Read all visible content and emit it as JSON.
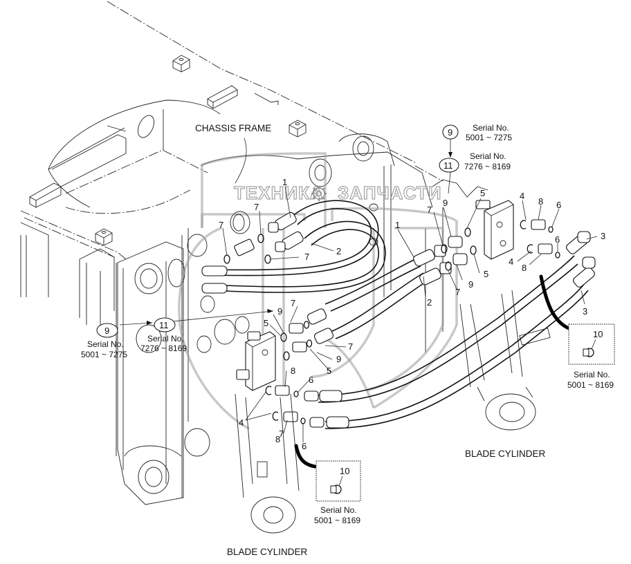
{
  "diagram": {
    "type": "exploded-parts-diagram",
    "subject": "Blade cylinder hydraulic hose piping"
  },
  "labels": {
    "chassis_frame": "CHASSIS FRAME",
    "blade_cylinder_right": "BLADE CYLINDER",
    "blade_cylinder_bottom": "BLADE CYLINDER"
  },
  "watermark": {
    "left": "ТЕХНИКА",
    "right": "ЗАПЧАСТИ"
  },
  "serial_notes": {
    "top_right": {
      "part_a": "9",
      "serial_a_title": "Serial No.",
      "serial_a_range": "5001 ~ 7275",
      "part_b": "11",
      "serial_b_title": "Serial No.",
      "serial_b_range": "7276 ~ 8169"
    },
    "left": {
      "part_a": "9",
      "serial_a_title": "Serial No.",
      "serial_a_range": "5001 ~ 7275",
      "part_b": "11",
      "serial_b_title": "Serial No.",
      "serial_b_range": "7276 ~ 8169"
    }
  },
  "detail_boxes": {
    "right": {
      "part": "10",
      "serial_title": "Serial No.",
      "serial_range": "5001 ~ 8169"
    },
    "bottom": {
      "part": "10",
      "serial_title": "Serial No.",
      "serial_range": "5001 ~ 8169"
    }
  },
  "callouts": [
    {
      "id": "c1a",
      "text": "1"
    },
    {
      "id": "c1b",
      "text": "1"
    },
    {
      "id": "c2a",
      "text": "2"
    },
    {
      "id": "c2b",
      "text": "2"
    },
    {
      "id": "c3a",
      "text": "3"
    },
    {
      "id": "c3b",
      "text": "3"
    },
    {
      "id": "c4a",
      "text": "4"
    },
    {
      "id": "c4b",
      "text": "4"
    },
    {
      "id": "c4c",
      "text": "4"
    },
    {
      "id": "c5a",
      "text": "5"
    },
    {
      "id": "c5b",
      "text": "5"
    },
    {
      "id": "c5c",
      "text": "5"
    },
    {
      "id": "c5d",
      "text": "5"
    },
    {
      "id": "c6a",
      "text": "6"
    },
    {
      "id": "c6b",
      "text": "6"
    },
    {
      "id": "c6c",
      "text": "6"
    },
    {
      "id": "c6d",
      "text": "6"
    },
    {
      "id": "c7a",
      "text": "7"
    },
    {
      "id": "c7b",
      "text": "7"
    },
    {
      "id": "c7c",
      "text": "7"
    },
    {
      "id": "c7d",
      "text": "7"
    },
    {
      "id": "c7e",
      "text": "7"
    },
    {
      "id": "c7f",
      "text": "7"
    },
    {
      "id": "c7g",
      "text": "7"
    },
    {
      "id": "c7h",
      "text": "7"
    },
    {
      "id": "c8a",
      "text": "8"
    },
    {
      "id": "c8b",
      "text": "8"
    },
    {
      "id": "c8c",
      "text": "8"
    },
    {
      "id": "c8d",
      "text": "8"
    },
    {
      "id": "c9a",
      "text": "9"
    },
    {
      "id": "c9b",
      "text": "9"
    },
    {
      "id": "c9c",
      "text": "9"
    },
    {
      "id": "c9d",
      "text": "9"
    }
  ]
}
